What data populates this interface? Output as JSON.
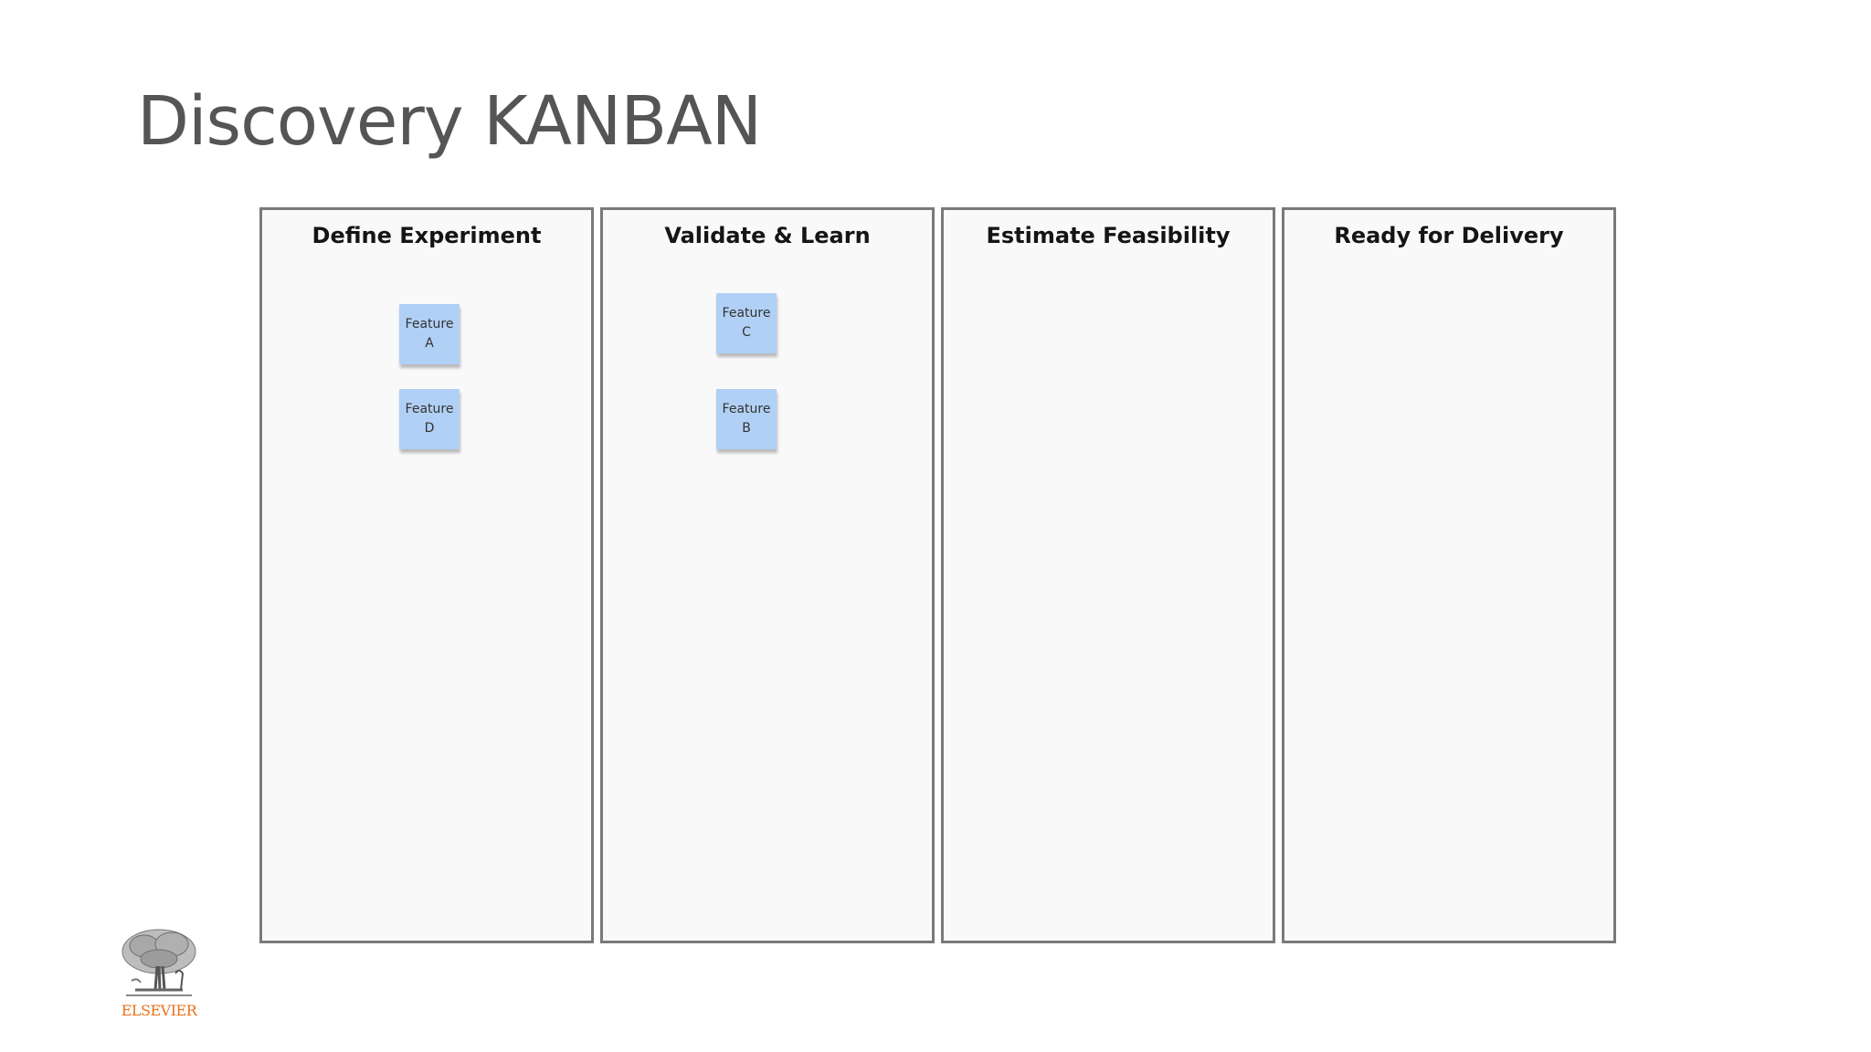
{
  "slide": {
    "title": "Discovery KANBAN"
  },
  "board": {
    "columns": [
      {
        "title": "Define Experiment",
        "cards": [
          {
            "line1": "Feature",
            "line2": "A"
          },
          {
            "line1": "Feature",
            "line2": "D"
          }
        ]
      },
      {
        "title": "Validate & Learn",
        "cards": [
          {
            "line1": "Feature",
            "line2": "C"
          },
          {
            "line1": "Feature",
            "line2": "B"
          }
        ]
      },
      {
        "title": "Estimate Feasibility",
        "cards": []
      },
      {
        "title": "Ready for Delivery",
        "cards": []
      }
    ]
  },
  "logo": {
    "text": "ELSEVIER",
    "icon": "tree-icon"
  },
  "colors": {
    "title": "#555555",
    "column_border": "#7a7a7a",
    "column_bg": "#f9f9fa",
    "sticky": "#b1d0f5",
    "logo_text": "#e9711c"
  }
}
